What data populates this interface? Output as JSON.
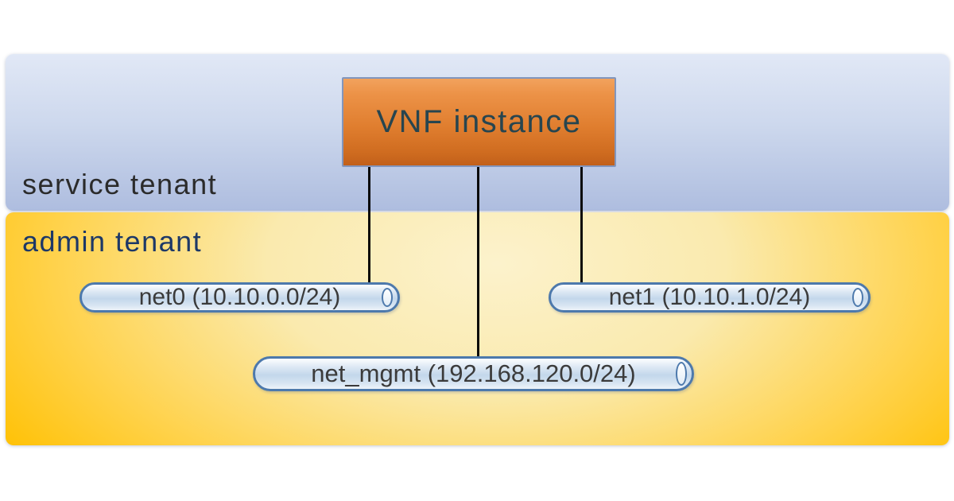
{
  "panels": {
    "service_tenant": {
      "label": "service tenant"
    },
    "admin_tenant": {
      "label": "admin tenant"
    }
  },
  "nodes": {
    "vnf": {
      "label": "VNF instance"
    }
  },
  "networks": [
    {
      "name": "net0",
      "cidr": "10.10.0.0/24",
      "label": "net0 (10.10.0.0/24)"
    },
    {
      "name": "net1",
      "cidr": "10.10.1.0/24",
      "label": "net1 (10.10.1.0/24)"
    },
    {
      "name": "net_mgmt",
      "cidr": "192.168.120.0/24",
      "label": "net_mgmt (192.168.120.0/24)"
    }
  ],
  "colors": {
    "service_panel_top": "#e1e8f6",
    "service_panel_bottom": "#aebddf",
    "admin_panel_edge": "#ffc000",
    "admin_panel_center": "#fcf2cc",
    "vnf_fill_top": "#f2a25d",
    "vnf_fill_bottom": "#c2601a",
    "vnf_border": "#8296bd",
    "network_border": "#4d79ac",
    "network_fill": "#d8e5f2",
    "connector": "#0a0a0a",
    "service_label_text": "#2b2b2b",
    "admin_label_text": "#1d3867",
    "vnf_text": "#27454f",
    "network_text": "#3b3b3b"
  }
}
